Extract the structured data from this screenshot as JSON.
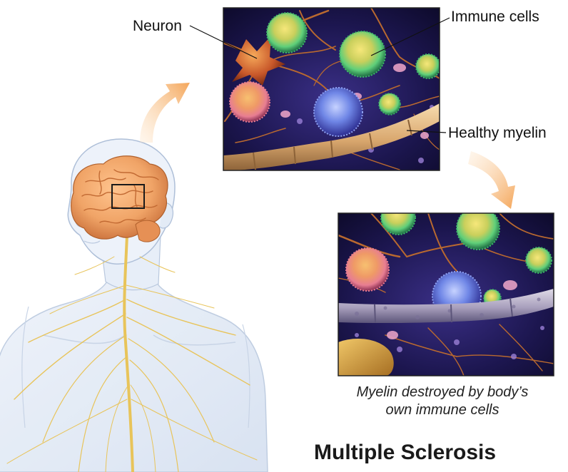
{
  "labels": {
    "neuron": "Neuron",
    "immune_cells": "Immune cells",
    "healthy_myelin": "Healthy myelin"
  },
  "caption": {
    "line1": "Myelin destroyed by body’s",
    "line2": "own immune cells"
  },
  "title": "Multiple Sclerosis",
  "colors": {
    "arrow": "#f4a65a",
    "brain": "#f0a467",
    "nerves": "#e8c45a",
    "panel_background": "#1a1446",
    "myelin": "#e8c08c",
    "damaged_myelin": "#b8b0c6",
    "immune_cell_green": "#5fcf7a",
    "immune_cell_pink": "#e77d92",
    "immune_cell_blue": "#6f86e6",
    "axon": "#c0652c"
  }
}
